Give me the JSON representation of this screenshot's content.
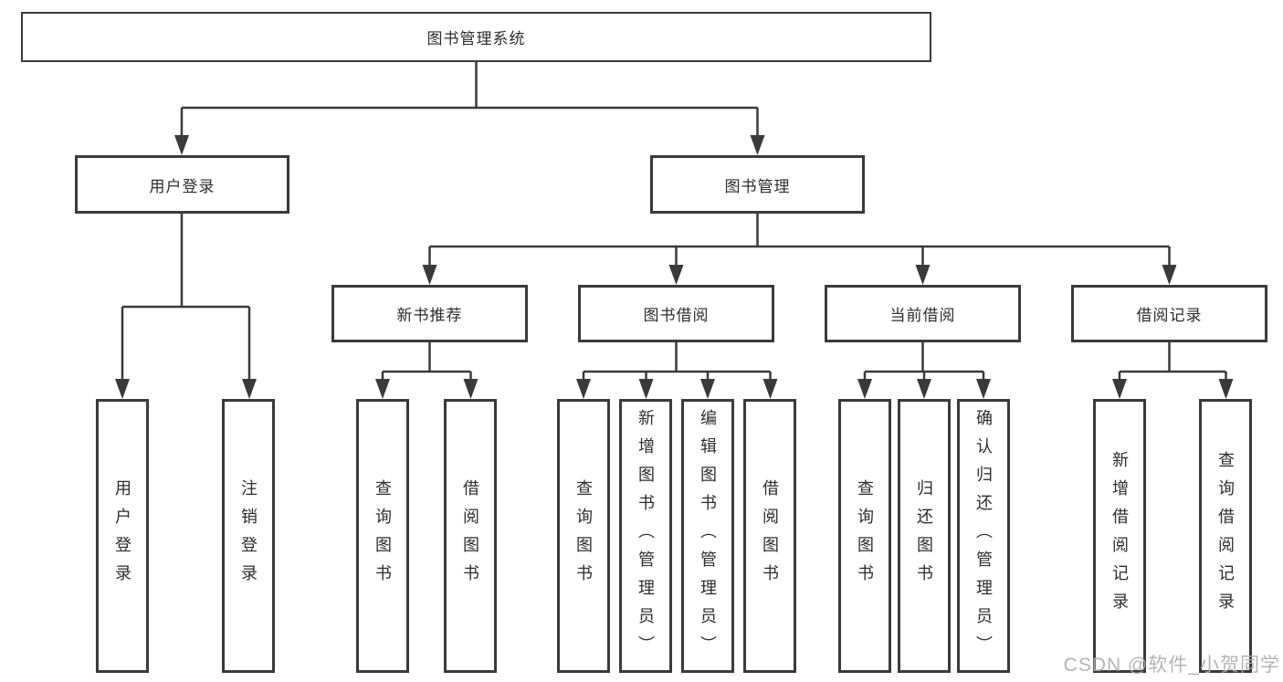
{
  "tree": {
    "root_label": "图书管理系统",
    "branches": [
      {
        "label": "用户登录",
        "children": [
          "用户登录",
          "注销登录"
        ]
      },
      {
        "label": "图书管理",
        "sections": [
          {
            "label": "新书推荐",
            "children": [
              "查询图书",
              "借阅图书"
            ]
          },
          {
            "label": "图书借阅",
            "children": [
              "查询图书",
              "新增图书（管理员）",
              "编辑图书（管理员）",
              "借阅图书"
            ]
          },
          {
            "label": "当前借阅",
            "children": [
              "查询图书",
              "归还图书",
              "确认归还（管理员）"
            ]
          },
          {
            "label": "借阅记录",
            "children": [
              "新增借阅记录",
              "查询借阅记录"
            ]
          }
        ]
      }
    ]
  },
  "watermark": {
    "text": "CSDN @软件_小贺同学"
  },
  "colors": {
    "border": "#3a3a3a",
    "text": "#2d2d2d",
    "watermark": "#aeaeae",
    "background": "#ffffff"
  }
}
